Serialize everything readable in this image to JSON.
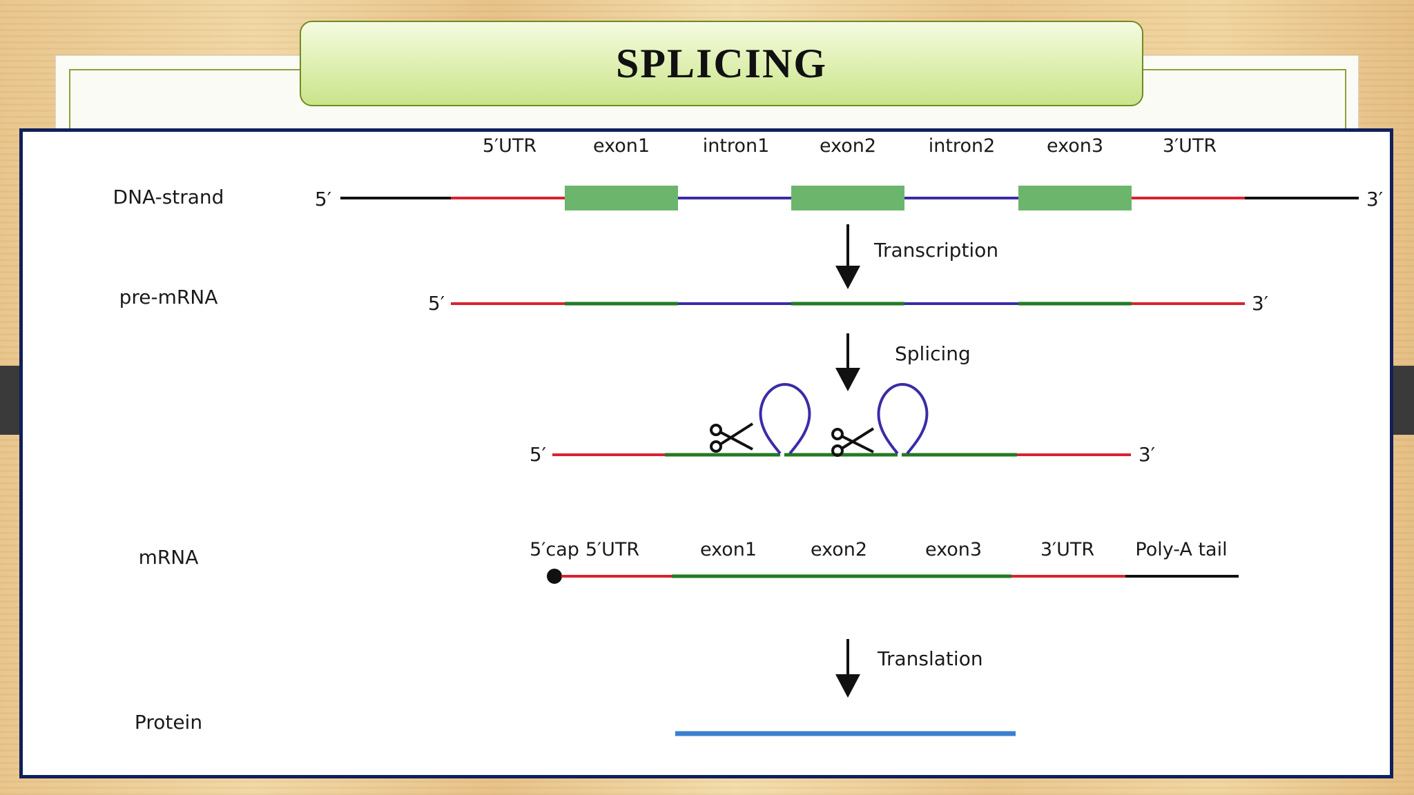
{
  "slide": {
    "title": "SPLICING"
  },
  "row_labels": {
    "dna": "DNA-strand",
    "pre_mrna": "pre-mRNA",
    "mrna": "mRNA",
    "protein": "Protein"
  },
  "region_labels": {
    "utr5": "5′UTR",
    "exon1": "exon1",
    "intron1": "intron1",
    "exon2": "exon2",
    "intron2": "intron2",
    "exon3": "exon3",
    "utr3": "3′UTR"
  },
  "mrna_labels": {
    "cap": "5′cap",
    "utr5": "5′UTR",
    "exon1": "exon1",
    "exon2": "exon2",
    "exon3": "exon3",
    "utr3": "3′UTR",
    "polya": "Poly-A tail"
  },
  "ends": {
    "five_prime": "5′",
    "three_prime": "3′"
  },
  "steps": {
    "transcription": "Transcription",
    "splicing": "Splicing",
    "translation": "Translation"
  },
  "colors": {
    "utr": "#d8232f",
    "exon_box": "#6cb56c",
    "exon_line": "#237a23",
    "intron": "#3a2ca8",
    "flank": "#111111",
    "protein": "#3a7fd0",
    "title_border": "#6f8a22",
    "frame_border": "#10205a"
  }
}
